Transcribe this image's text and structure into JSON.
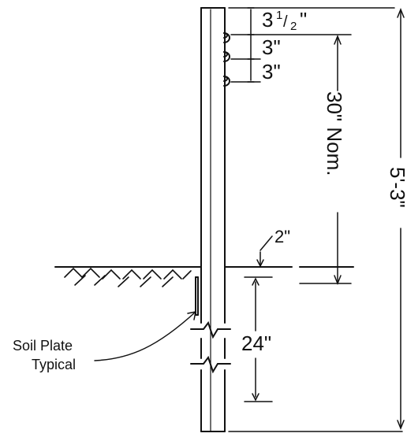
{
  "dimensions": {
    "top_gap": "3",
    "top_gap_fraction_num": "1",
    "top_gap_fraction_den": "2",
    "spacing_1": "3\"",
    "spacing_2": "3\"",
    "nominal_height": "30\" Nom.",
    "overall_height": "5'-3\"",
    "ground_offset": "2\"",
    "embed_depth": "24\""
  },
  "callout": {
    "line1": "Soil Plate",
    "line2": "Typical"
  },
  "colors": {
    "ink": "#111111",
    "paper": "#ffffff"
  }
}
